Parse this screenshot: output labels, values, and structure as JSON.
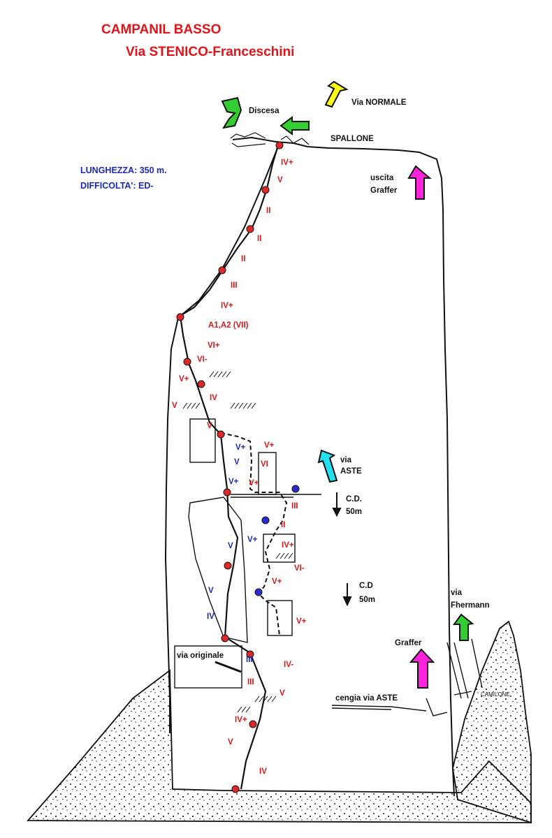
{
  "header": {
    "title": "CAMPANIL BASSO",
    "subtitle": "Via STENICO-Franceschini"
  },
  "info": {
    "length": "LUNGHEZZA:  350 m.",
    "difficulty": "DIFFICOLTA':  ED-"
  },
  "labels": {
    "discesa": "Discesa",
    "normale": "Via NORMALE",
    "spallone": "SPALLONE",
    "uscita": "uscita",
    "graffer_top": "Graffer",
    "via_aste_1": "via",
    "via_aste_2": "ASTE",
    "cd1_1": "C.D.",
    "cd1_2": "50m",
    "cd2_1": "C.D",
    "cd2_2": "50m",
    "fhermann_1": "via",
    "fhermann_2": "Fhermann",
    "graffer_bottom": "Graffer",
    "cengia": "cengia via ASTE",
    "camilone": "CAMILONE",
    "via_originale": "via originale"
  },
  "grades": [
    {
      "text": "IV+",
      "color": "red"
    },
    {
      "text": "V",
      "color": "red"
    },
    {
      "text": "II",
      "color": "red"
    },
    {
      "text": "II",
      "color": "red"
    },
    {
      "text": "II",
      "color": "red"
    },
    {
      "text": "III",
      "color": "red"
    },
    {
      "text": "IV+",
      "color": "red"
    },
    {
      "text": "A1,A2 (VII)",
      "color": "red"
    },
    {
      "text": "VI+",
      "color": "red"
    },
    {
      "text": "VI-",
      "color": "red"
    },
    {
      "text": "V+",
      "color": "red"
    },
    {
      "text": "IV",
      "color": "red"
    },
    {
      "text": "V",
      "color": "red"
    },
    {
      "text": "V",
      "color": "red"
    },
    {
      "text": "V+",
      "color": "blue"
    },
    {
      "text": "V",
      "color": "blue"
    },
    {
      "text": "V+",
      "color": "red"
    },
    {
      "text": "VI",
      "color": "red"
    },
    {
      "text": "V+",
      "color": "blue"
    },
    {
      "text": "V+",
      "color": "red"
    },
    {
      "text": "III",
      "color": "red"
    },
    {
      "text": "II",
      "color": "red"
    },
    {
      "text": "IV+",
      "color": "red"
    },
    {
      "text": "V+",
      "color": "blue"
    },
    {
      "text": "V",
      "color": "blue"
    },
    {
      "text": "VI-",
      "color": "red"
    },
    {
      "text": "V+",
      "color": "red"
    },
    {
      "text": "V",
      "color": "blue"
    },
    {
      "text": "IV",
      "color": "blue"
    },
    {
      "text": "V+",
      "color": "red"
    },
    {
      "text": "III",
      "color": "blue"
    },
    {
      "text": "IV-",
      "color": "red"
    },
    {
      "text": "III",
      "color": "red"
    },
    {
      "text": "V",
      "color": "red"
    },
    {
      "text": "IV+",
      "color": "red"
    },
    {
      "text": "V",
      "color": "red"
    },
    {
      "text": "IV",
      "color": "red"
    }
  ],
  "colors": {
    "title": "#e0141a",
    "grade_red": "#d41a1a",
    "grade_blue": "#1a2ab8",
    "belay_red": "#e02828",
    "belay_blue": "#2a2ad0",
    "arrow_yellow": "#ffff1a",
    "arrow_magenta": "#ff22dd",
    "arrow_cyan": "#22e0ee",
    "arrow_green": "#33cc33"
  }
}
